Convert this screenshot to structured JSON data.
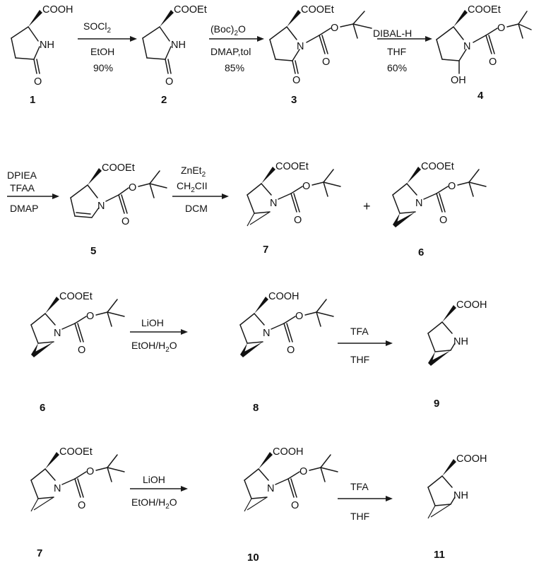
{
  "groups": {
    "cooh": "COOH",
    "cooet": "COOEt",
    "nh": "NH",
    "n": "N",
    "o": "O",
    "oh": "OH"
  },
  "reagents": {
    "step1_top_main": "SOCl",
    "step1_top_sub": "2",
    "step1_bottom1": "EtOH",
    "step1_bottom2": "90%",
    "step2_top_open": "(Boc)",
    "step2_top_sub": "2",
    "step2_top_close": "O",
    "step2_bottom1": "DMAP,tol",
    "step2_bottom2": "85%",
    "step3_top": "DIBAL-H",
    "step3_bottom1": "THF",
    "step3_bottom2": "60%",
    "step4_top1": "DPIEA",
    "step4_top2": "TFAA",
    "step4_bottom": "DMAP",
    "step5_top1_main": "ZnEt",
    "step5_top1_sub": "2",
    "step5_top2_a": "CH",
    "step5_top2_sub": "2",
    "step5_top2_b": "CII",
    "step5_bottom": "DCM",
    "hydrolysis_top": "LiOH",
    "hydrolysis_bottom_a": "EtOH/H",
    "hydrolysis_bottom_sub": "2",
    "hydrolysis_bottom_b": "O",
    "deprotect_top": "TFA",
    "deprotect_bottom": "THF"
  },
  "plus": "+",
  "compound_numbers": {
    "c1": "1",
    "c2": "2",
    "c3": "3",
    "c4": "4",
    "c5": "5",
    "c7": "7",
    "c6": "6",
    "c6b": "6",
    "c8": "8",
    "c9": "9",
    "c7b": "7",
    "c10": "10",
    "c11": "11"
  }
}
